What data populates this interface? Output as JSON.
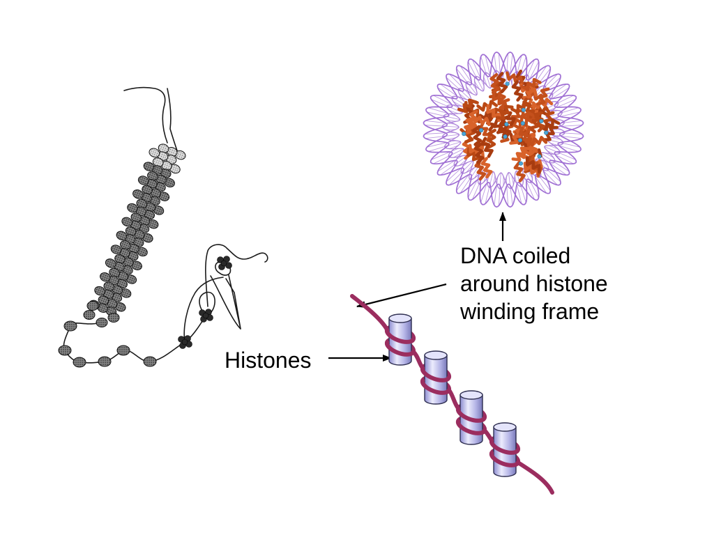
{
  "dna_label": {
    "line1": "DNA coiled",
    "line2": "around histone",
    "line3": "winding frame"
  },
  "histones_label": "Histones",
  "colors": {
    "dna_strand": "#9b2d5f",
    "histone_cylinder": "#e4e4fb",
    "nucleosome_dna": "#a070d4",
    "histone_core": "#c4501c",
    "ion_atoms": "#4aa6d6"
  }
}
